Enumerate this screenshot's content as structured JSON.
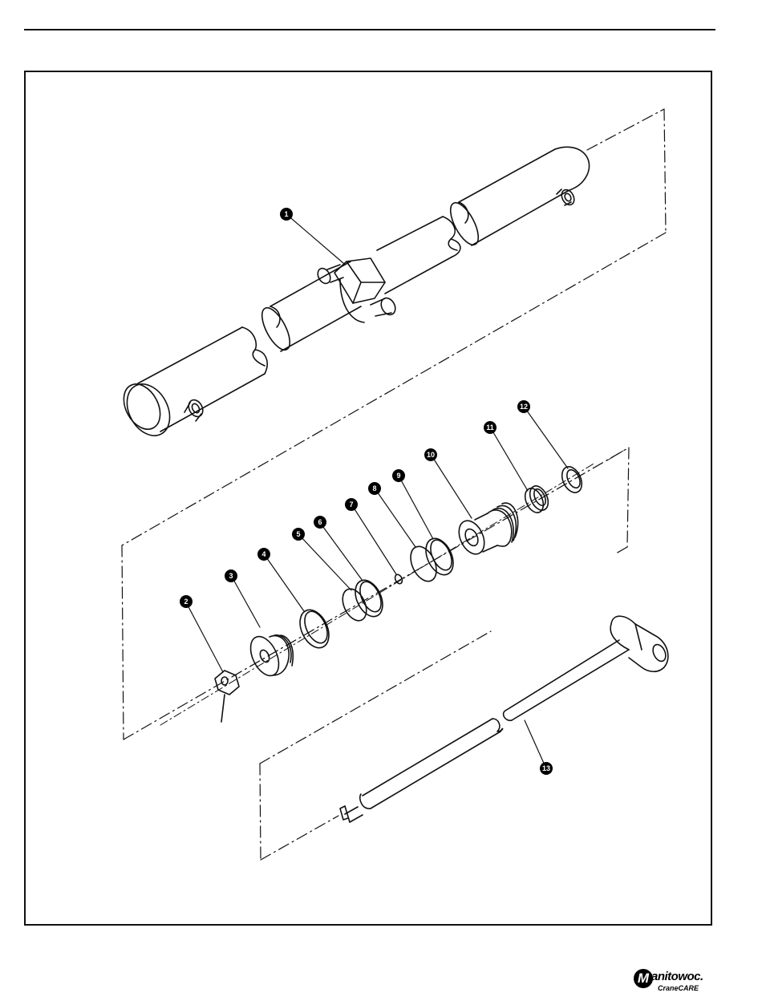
{
  "figure": {
    "callouts": [
      "1",
      "2",
      "3",
      "4",
      "5",
      "6",
      "7",
      "8",
      "9",
      "10",
      "11",
      "12",
      "13"
    ]
  },
  "logo": {
    "mark_letter": "M",
    "wordmark": "anitowoc.",
    "sub_crane": "Crane",
    "sub_care": "CARE"
  }
}
